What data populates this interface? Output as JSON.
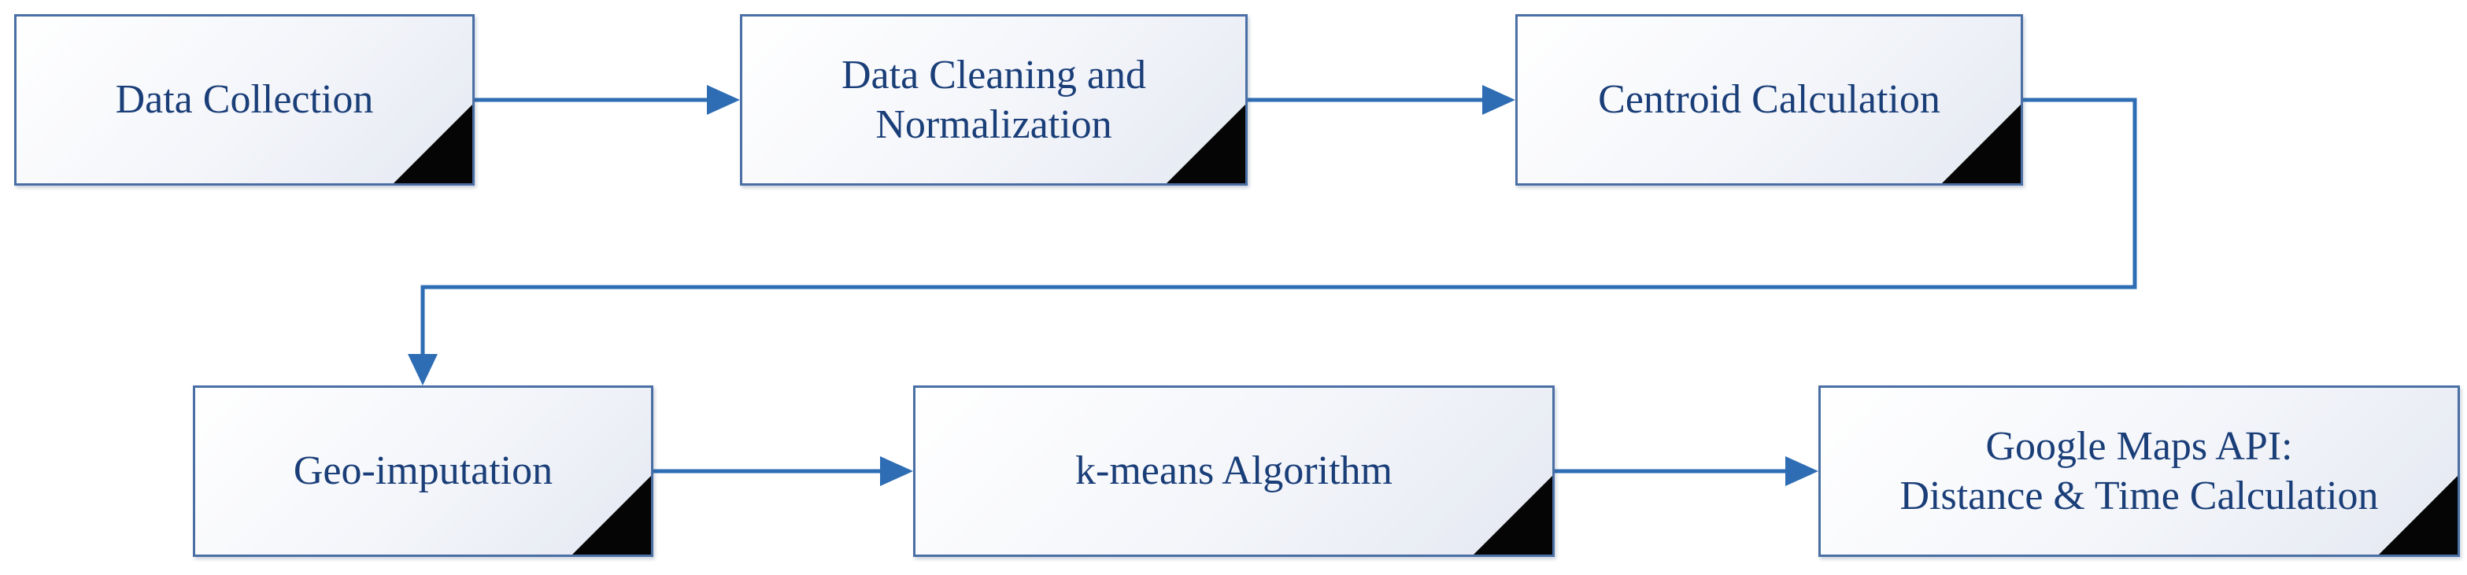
{
  "diagram": {
    "type": "flowchart",
    "accent_color": "#2e6db4",
    "text_color": "#1a3e78",
    "corner_color": "#050505",
    "nodes": [
      {
        "id": "box1",
        "label": "Data Collection"
      },
      {
        "id": "box2",
        "label": "Data Cleaning and\nNormalization"
      },
      {
        "id": "box3",
        "label": "Centroid Calculation"
      },
      {
        "id": "box4",
        "label": "Geo-imputation"
      },
      {
        "id": "box5",
        "label": "k-means Algorithm"
      },
      {
        "id": "box6",
        "label": "Google Maps API:\nDistance & Time Calculation"
      }
    ],
    "edges": [
      {
        "from": "box1",
        "to": "box2"
      },
      {
        "from": "box2",
        "to": "box3"
      },
      {
        "from": "box3",
        "to": "box4"
      },
      {
        "from": "box4",
        "to": "box5"
      },
      {
        "from": "box5",
        "to": "box6"
      }
    ]
  }
}
